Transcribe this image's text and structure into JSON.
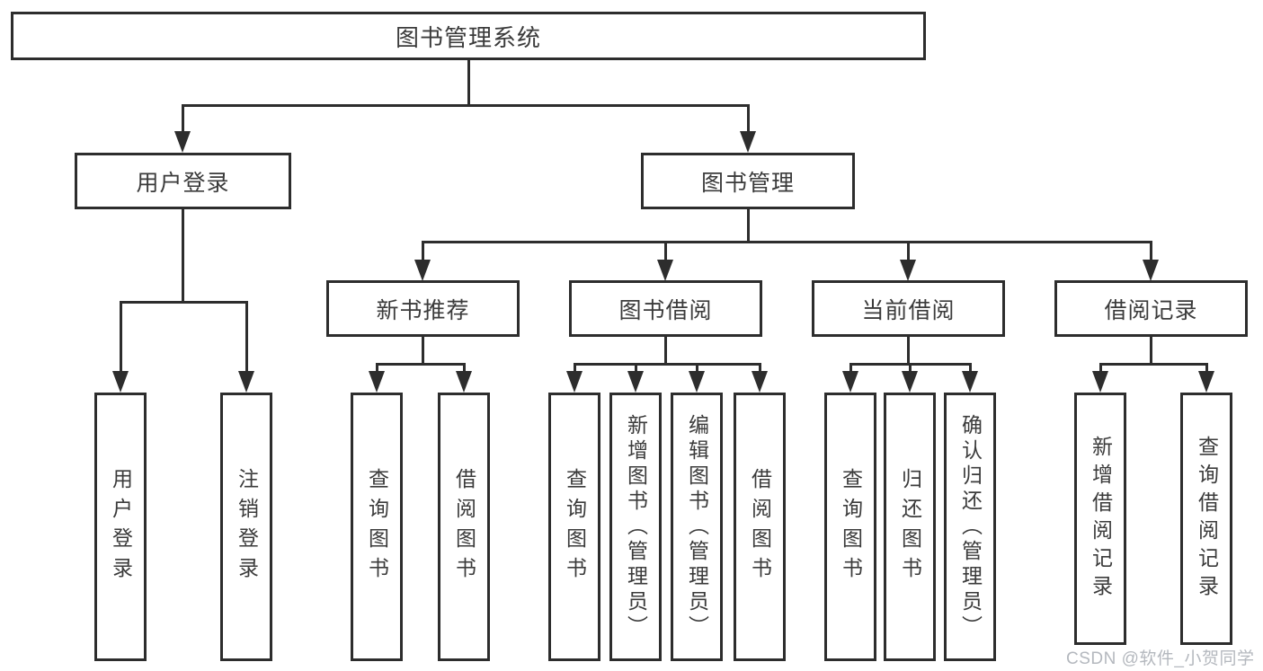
{
  "colors": {
    "line": "#2d2d2d",
    "text": "#3b3b3b",
    "watermark": "#b4b8be",
    "background": "#ffffff"
  },
  "watermark": {
    "text": "CSDN @软件_小贺同学"
  },
  "tree": {
    "root": {
      "label": "图书管理系统"
    },
    "branches": [
      {
        "label": "用户登录",
        "children": [
          {
            "label": "用户登录"
          },
          {
            "label": "注销登录"
          }
        ]
      },
      {
        "label": "图书管理",
        "children": [
          {
            "label": "新书推荐",
            "children": [
              {
                "label": "查询图书"
              },
              {
                "label": "借阅图书"
              }
            ]
          },
          {
            "label": "图书借阅",
            "children": [
              {
                "label": "查询图书"
              },
              {
                "label": "新增图书（管理员）"
              },
              {
                "label": "编辑图书（管理员）"
              },
              {
                "label": "借阅图书"
              }
            ]
          },
          {
            "label": "当前借阅",
            "children": [
              {
                "label": "查询图书"
              },
              {
                "label": "归还图书"
              },
              {
                "label": "确认归还（管理员）"
              }
            ]
          },
          {
            "label": "借阅记录",
            "children": [
              {
                "label": "新增借阅记录"
              },
              {
                "label": "查询借阅记录"
              }
            ]
          }
        ]
      }
    ]
  }
}
